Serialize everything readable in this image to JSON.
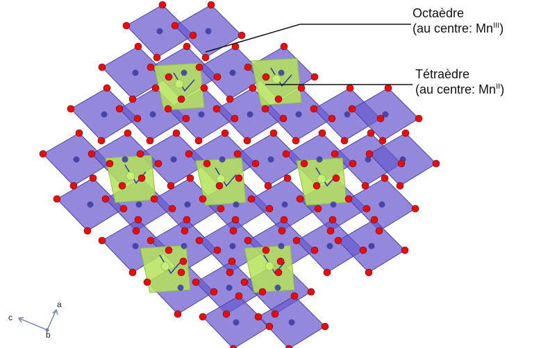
{
  "labels": {
    "octahedron": {
      "title": "Octaèdre",
      "detail_prefix": "(au centre: Mn",
      "detail_sup": "III",
      "detail_suffix": ")"
    },
    "tetrahedron": {
      "title": "Tétraèdre",
      "detail_prefix": "(au centre: Mn",
      "detail_sup": "II",
      "detail_suffix": ")"
    }
  },
  "axes": {
    "a": "a",
    "b": "b",
    "c": "c"
  },
  "colors": {
    "octahedron_fill": "#6a5acd",
    "octahedron_edge": "#4b3f9e",
    "tetrahedron_fill": "#b5e35a",
    "oxygen": "#e01010",
    "mn_octa": "#3b3aa0",
    "mn_tetra": "#c8ee7a",
    "bond": "#2a3fa0"
  }
}
